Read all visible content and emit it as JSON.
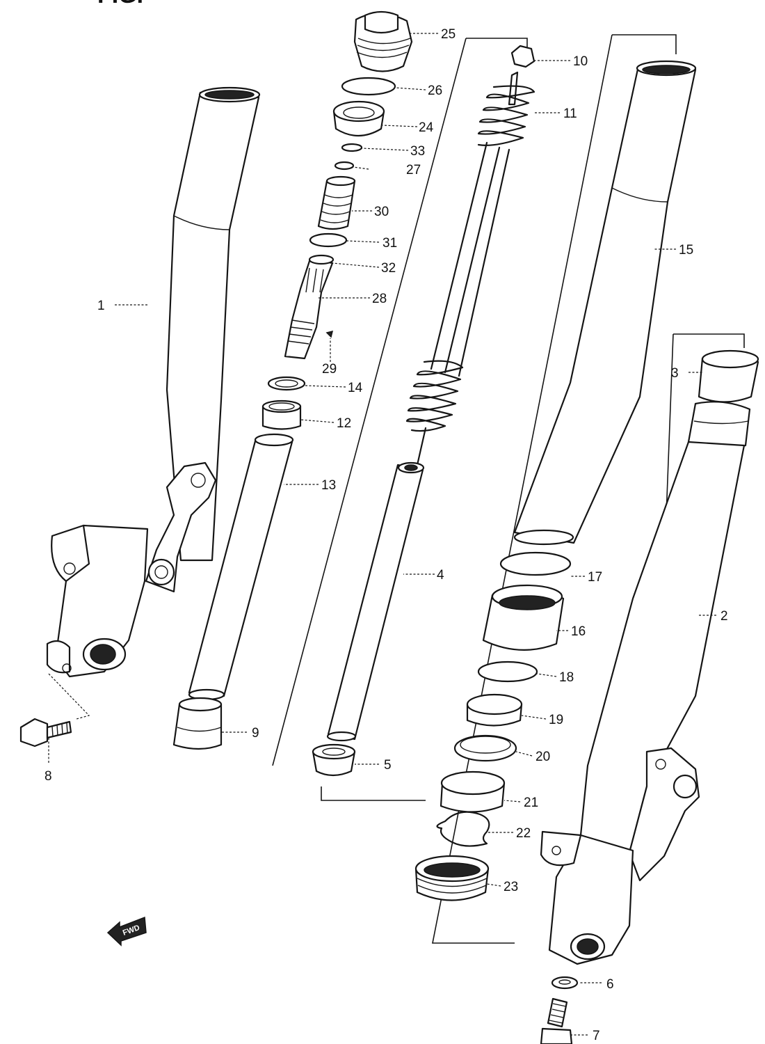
{
  "diagram": {
    "callouts": [
      "1",
      "2",
      "3",
      "4",
      "5",
      "6",
      "7",
      "8",
      "9",
      "10",
      "11",
      "12",
      "13",
      "14",
      "15",
      "16",
      "17",
      "18",
      "19",
      "20",
      "21",
      "22",
      "23",
      "24",
      "25",
      "26",
      "27",
      "28",
      "29",
      "30",
      "31",
      "32",
      "33"
    ],
    "fwd_label": "FWD",
    "header_fragment": "FIG."
  }
}
